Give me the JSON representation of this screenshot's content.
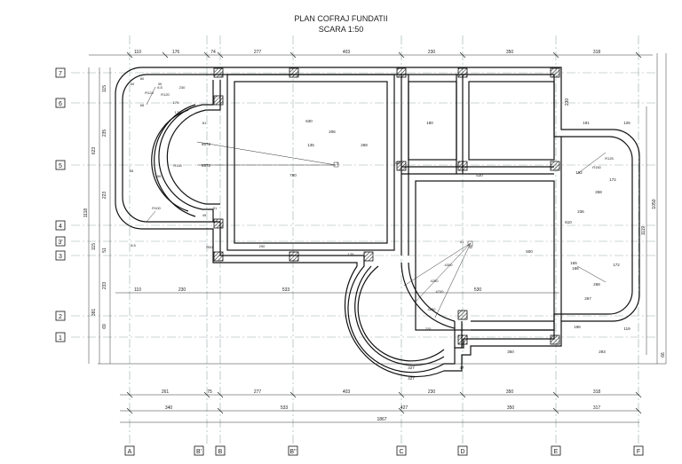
{
  "drawing": {
    "title": "PLAN COFRAJ FUNDATII",
    "scale": "SCARA 1:50"
  },
  "axes": {
    "rows": [
      "7",
      "6",
      "5",
      "4",
      "3'",
      "3",
      "2",
      "1"
    ],
    "columns": [
      "A",
      "B'",
      "B",
      "B''",
      "C",
      "D",
      "E",
      "F"
    ]
  },
  "dimensions": {
    "top": [
      "110",
      "176",
      "74",
      "277",
      "403",
      "230",
      "350",
      "318"
    ],
    "bottom_row1": [
      "261",
      "75",
      "277",
      "403",
      "230",
      "350",
      "318"
    ],
    "bottom_row2": [
      "340",
      "533",
      "427",
      "350",
      "317"
    ],
    "overall": "1867",
    "left_top": [
      "115",
      "235",
      "623",
      "223",
      "1118"
    ],
    "left_bottom": [
      "115",
      "51",
      "233",
      "381",
      "69"
    ],
    "right": [
      "230",
      "1050",
      "1119",
      "66"
    ],
    "middle_row": [
      "110",
      "230",
      "533",
      "530"
    ],
    "interior": [
      "630",
      "135",
      "206",
      "268",
      "8572",
      "8572",
      "780",
      "530",
      "610",
      "500",
      "180",
      "610",
      "126",
      "191",
      "172",
      "268",
      "236",
      "192",
      "165",
      "186",
      "172",
      "268",
      "267",
      "196",
      "119",
      "293",
      "350",
      "327",
      "427",
      "47"
    ],
    "small": [
      "50",
      "80",
      "30",
      "230",
      "176",
      "65",
      "178",
      "156",
      "55",
      "91",
      "81",
      "49",
      "41",
      "32",
      "220",
      "135",
      "290",
      "4300",
      "4250",
      "4700",
      "4250",
      "R125",
      "R150",
      "R124",
      "R120",
      "R100",
      "R50",
      "R118",
      "6.5",
      "8.5",
      "2"
    ]
  }
}
